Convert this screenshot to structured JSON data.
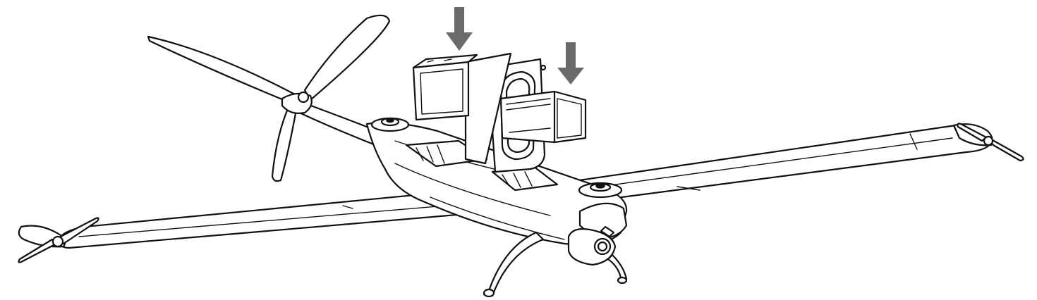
{
  "figure": {
    "subject": "fixed-wing-vtol-drone",
    "action": "insert-two-batteries",
    "arrow_color": "#6a6a6a",
    "line_color": "#111111",
    "background": "#ffffff",
    "arrow_count": 2,
    "battery_count": 2
  }
}
